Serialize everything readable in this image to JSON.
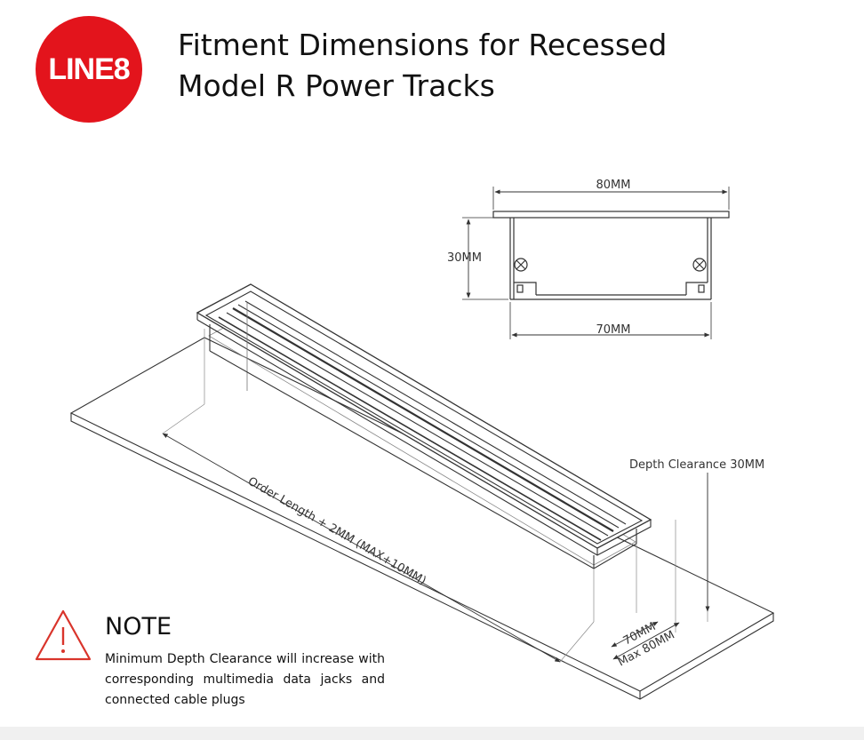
{
  "logo": {
    "text": "LINE8"
  },
  "title": {
    "line1": "Fitment Dimensions for Recessed",
    "line2": "Model R Power Tracks"
  },
  "dimensions": {
    "width_top": "80MM",
    "depth": "30MM",
    "width_bottom": "70MM",
    "depth_clearance": "Depth Clearance 30MM",
    "order_length": "Order Length + 2MM (MAX+10MM)",
    "cutout_70": "70MM",
    "cutout_max80": "Max 80MM"
  },
  "note": {
    "heading": "NOTE",
    "body": "Minimum Depth Clearance will increase with corresponding multimedia data jacks and connected cable plugs"
  },
  "colors": {
    "brand_red": "#e3141c",
    "warning_red": "#d9342b"
  }
}
